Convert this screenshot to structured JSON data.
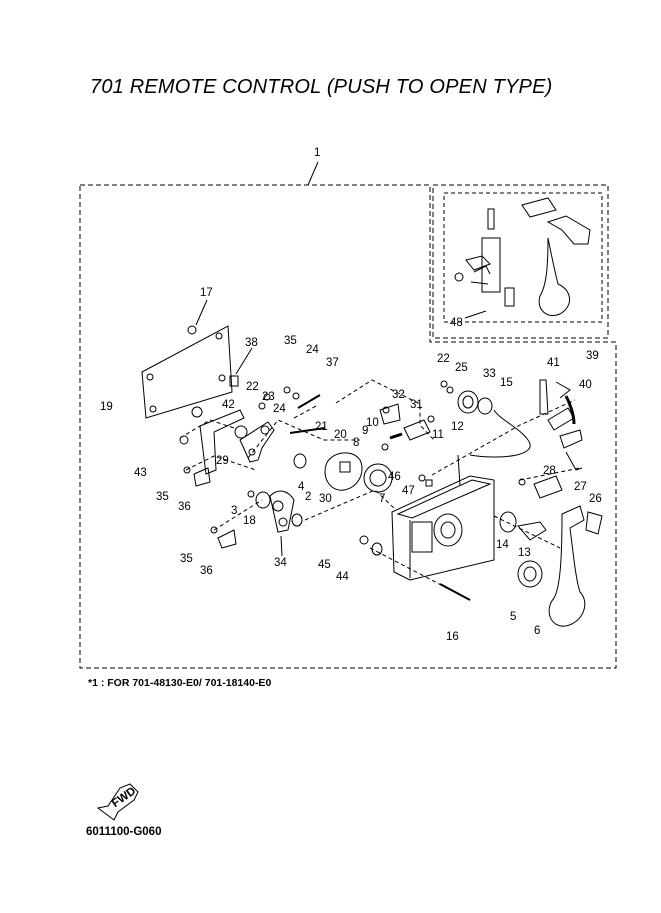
{
  "title": "701 REMOTE CONTROL (PUSH TO OPEN TYPE)",
  "footnote": "*1 : FOR 701-48130-E0/ 701-18140-E0",
  "drawing_code": "6011100-G060",
  "fwd_label": "FWD",
  "parts": [
    {
      "id": "p1",
      "label": "1"
    },
    {
      "id": "p2",
      "label": "2"
    },
    {
      "id": "p3",
      "label": "3"
    },
    {
      "id": "p4",
      "label": "4"
    },
    {
      "id": "p5",
      "label": "5"
    },
    {
      "id": "p6",
      "label": "6"
    },
    {
      "id": "p7",
      "label": "7"
    },
    {
      "id": "p8",
      "label": "8"
    },
    {
      "id": "p9",
      "label": "9"
    },
    {
      "id": "p10",
      "label": "10"
    },
    {
      "id": "p11",
      "label": "11"
    },
    {
      "id": "p12",
      "label": "12"
    },
    {
      "id": "p13",
      "label": "13"
    },
    {
      "id": "p14",
      "label": "14"
    },
    {
      "id": "p15",
      "label": "15"
    },
    {
      "id": "p16",
      "label": "16"
    },
    {
      "id": "p17",
      "label": "17"
    },
    {
      "id": "p18",
      "label": "18"
    },
    {
      "id": "p19",
      "label": "19"
    },
    {
      "id": "p20",
      "label": "20"
    },
    {
      "id": "p21",
      "label": "21"
    },
    {
      "id": "p22a",
      "label": "22"
    },
    {
      "id": "p22b",
      "label": "22"
    },
    {
      "id": "p23",
      "label": "23"
    },
    {
      "id": "p24a",
      "label": "24"
    },
    {
      "id": "p24b",
      "label": "24"
    },
    {
      "id": "p25",
      "label": "25"
    },
    {
      "id": "p26",
      "label": "26"
    },
    {
      "id": "p27",
      "label": "27"
    },
    {
      "id": "p28",
      "label": "28"
    },
    {
      "id": "p29",
      "label": "29"
    },
    {
      "id": "p30",
      "label": "30"
    },
    {
      "id": "p31",
      "label": "31"
    },
    {
      "id": "p32",
      "label": "32"
    },
    {
      "id": "p33",
      "label": "33"
    },
    {
      "id": "p34",
      "label": "34"
    },
    {
      "id": "p35a",
      "label": "35"
    },
    {
      "id": "p35b",
      "label": "35"
    },
    {
      "id": "p35c",
      "label": "35"
    },
    {
      "id": "p36a",
      "label": "36"
    },
    {
      "id": "p36b",
      "label": "36"
    },
    {
      "id": "p37",
      "label": "37"
    },
    {
      "id": "p38",
      "label": "38"
    },
    {
      "id": "p39",
      "label": "39"
    },
    {
      "id": "p40",
      "label": "40"
    },
    {
      "id": "p41",
      "label": "41"
    },
    {
      "id": "p42",
      "label": "42"
    },
    {
      "id": "p43",
      "label": "43"
    },
    {
      "id": "p44",
      "label": "44"
    },
    {
      "id": "p45",
      "label": "45"
    },
    {
      "id": "p46",
      "label": "46"
    },
    {
      "id": "p47",
      "label": "47"
    },
    {
      "id": "p48",
      "label": "48"
    }
  ]
}
